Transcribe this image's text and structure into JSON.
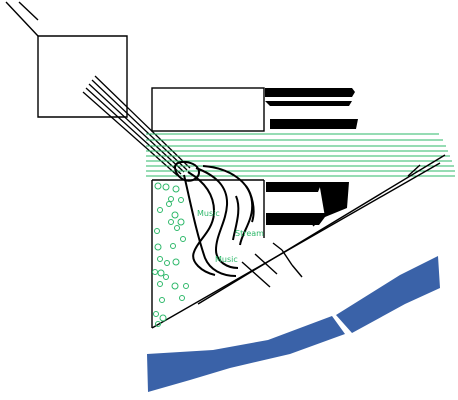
{
  "colors": {
    "background": "#ffffff",
    "line": "#000000",
    "green": "#2eb86a",
    "water": "#3a62a8"
  },
  "labels": {
    "music_top": "Music",
    "stream": "Stream",
    "music_bottom": "Music"
  }
}
